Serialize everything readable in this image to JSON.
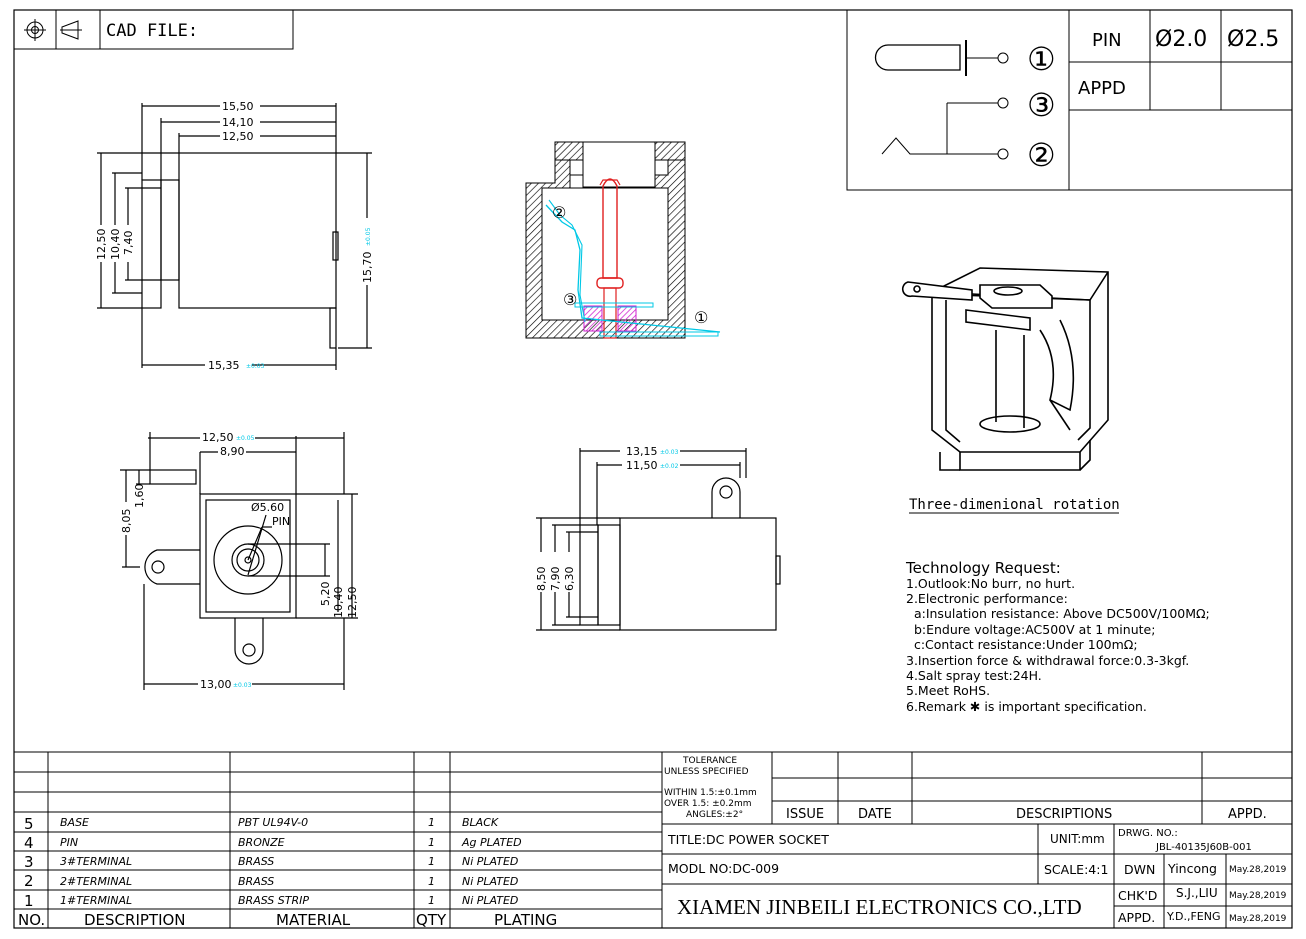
{
  "header": {
    "cad_label": "CAD FILE:"
  },
  "pin_table": {
    "pin_label": "PIN",
    "appd_label": "APPD",
    "sizes": [
      "Ø2.0",
      "Ø2.5"
    ],
    "pin_numbers": [
      "①",
      "③",
      "②"
    ]
  },
  "side_view": {
    "dim_top1": "15,50",
    "dim_top2": "14,10",
    "dim_top3": "12,50",
    "dim_bottom": "15,35",
    "dim_bottom_tol": "±0.03",
    "dim_right": "15,70",
    "dim_right_tol": "±0.05",
    "dim_left1": "12,50",
    "dim_left2": "10,40",
    "dim_left3": "7,40"
  },
  "section_view": {
    "labels": [
      "②",
      "③",
      "①"
    ]
  },
  "front_view": {
    "dim_top1": "12,50",
    "dim_top1_tol": "±0.05",
    "dim_top2": "8,90",
    "dia": "Ø5.60",
    "pin": "PIN",
    "dim_left1": "8,05",
    "dim_left2": "1,60",
    "dim_right1": "5,20",
    "dim_right2": "10,40",
    "dim_right3": "12,50",
    "dim_bottom": "13,00",
    "dim_bottom_tol": "±0.03"
  },
  "bottom_view": {
    "dim_top1": "13,15",
    "dim_top1_tol": "±0.03",
    "dim_top2": "11,50",
    "dim_top2_tol": "±0.02",
    "dim_left1": "8,50",
    "dim_left2": "7,90",
    "dim_left3": "6,30"
  },
  "iso_caption": "Three-dimenional rotation",
  "tech": {
    "title": "Technology Request:",
    "lines": [
      "1.Outlook:No burr, no hurt.",
      "2.Electronic performance:",
      "  a:Insulation resistance: Above DC500V/100MΩ;",
      "  b:Endure voltage:AC500V at 1 minute;",
      "  c:Contact resistance:Under 100mΩ;",
      "3.Insertion force & withdrawal force:0.3-3kgf.",
      "4.Salt spray test:24H.",
      "5.Meet RoHS.",
      "6.Remark ✱ is important specification."
    ]
  },
  "bom": {
    "rows": [
      {
        "no": "5",
        "desc": "BASE",
        "mat": "PBT UL94V-0",
        "qty": "1",
        "plating": "BLACK"
      },
      {
        "no": "4",
        "desc": "PIN",
        "mat": "BRONZE",
        "qty": "1",
        "plating": "Ag PLATED"
      },
      {
        "no": "3",
        "desc": "3#TERMINAL",
        "mat": "BRASS",
        "qty": "1",
        "plating": "Ni PLATED"
      },
      {
        "no": "2",
        "desc": "2#TERMINAL",
        "mat": "BRASS",
        "qty": "1",
        "plating": "Ni PLATED"
      },
      {
        "no": "1",
        "desc": "1#TERMINAL",
        "mat": "BRASS STRIP",
        "qty": "1",
        "plating": "Ni PLATED"
      }
    ],
    "headers": {
      "no": "NO.",
      "desc": "DESCRIPTION",
      "mat": "MATERIAL",
      "qty": "QTY",
      "plating": "PLATING"
    }
  },
  "title_block": {
    "tol1": "TOLERANCE",
    "tol2": "UNLESS SPECIFIED",
    "tol3": "WITHIN 1.5:±0.1mm",
    "tol4": "OVER 1.5: ±0.2mm",
    "tol5": "ANGLES:±2°",
    "issue": "ISSUE",
    "date": "DATE",
    "descriptions": "DESCRIPTIONS",
    "appd": "APPD.",
    "title": "TITLE:DC POWER SOCKET",
    "unit": "UNIT:mm",
    "drwg_label": "DRWG. NO.:",
    "drwg_no": "JBL-40135J60B-001",
    "model": "MODL NO:DC-009",
    "scale": "SCALE:4:1",
    "dwn": "DWN",
    "dwn_name": "Yincong",
    "dwn_date": "May.28,2019",
    "company": "XIAMEN JINBEILI ELECTRONICS CO.,LTD",
    "chkd": "CHK'D",
    "chkd_name": "S.J.,LIU",
    "chkd_date": "May.28,2019",
    "appd2": "APPD.",
    "appd_name": "Y.D.,FENG",
    "appd_date": "May.28,2019"
  },
  "colors": {
    "accent_cyan": "#00c8e6",
    "pin_red": "#e02020",
    "insulator_magenta": "#d020d0"
  }
}
